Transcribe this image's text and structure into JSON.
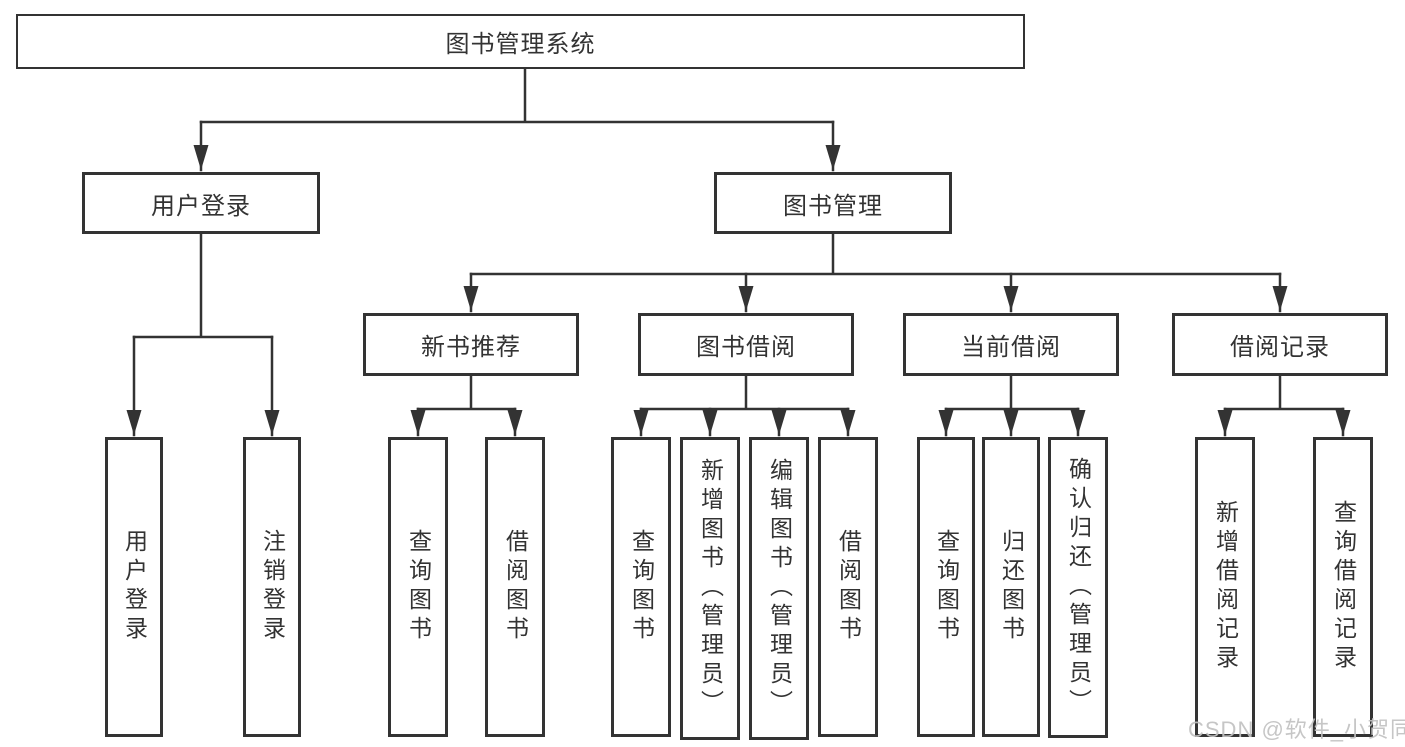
{
  "diagram": {
    "root": {
      "label": "图书管理系统"
    },
    "branches": [
      {
        "label": "用户登录",
        "children": [
          {
            "label": "用户登录"
          },
          {
            "label": "注销登录"
          }
        ]
      },
      {
        "label": "图书管理",
        "children": [
          {
            "label": "新书推荐",
            "children": [
              {
                "label": "查询图书"
              },
              {
                "label": "借阅图书"
              }
            ]
          },
          {
            "label": "图书借阅",
            "children": [
              {
                "label": "查询图书"
              },
              {
                "label": "新增图书（管理员）"
              },
              {
                "label": "编辑图书（管理员）"
              },
              {
                "label": "借阅图书"
              }
            ]
          },
          {
            "label": "当前借阅",
            "children": [
              {
                "label": "查询图书"
              },
              {
                "label": "归还图书"
              },
              {
                "label": "确认归还（管理员）"
              }
            ]
          },
          {
            "label": "借阅记录",
            "children": [
              {
                "label": "新增借阅记录"
              },
              {
                "label": "查询借阅记录"
              }
            ]
          }
        ]
      }
    ]
  },
  "watermark": {
    "text": "CSDN @软件_小贺同学"
  },
  "colors": {
    "line": "#333333",
    "text": "#333333",
    "background": "#ffffff",
    "watermark": "#c2c2c2"
  }
}
